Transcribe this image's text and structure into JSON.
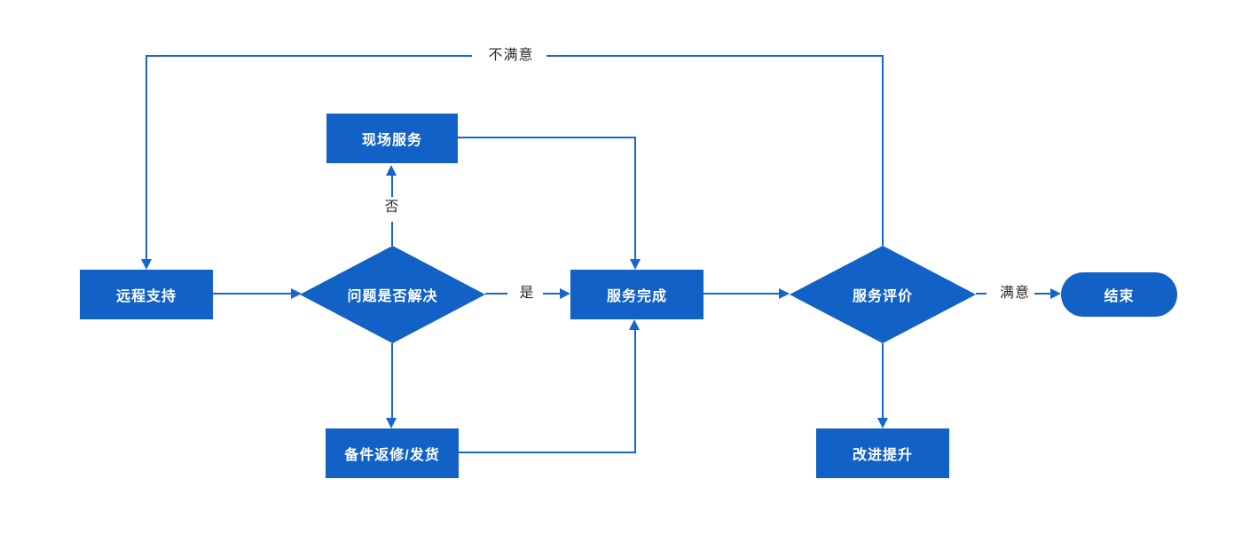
{
  "diagram": {
    "title": "service-flowchart",
    "colors": {
      "node_fill": "#1161C6",
      "line": "#1565D2",
      "node_text": "#ffffff",
      "label_text": "#2b2b2b",
      "bg": "#ffffff"
    },
    "nodes": {
      "remote_support": {
        "label": "远程支持",
        "type": "process"
      },
      "problem_solved": {
        "label": "问题是否解决",
        "type": "decision"
      },
      "onsite_service": {
        "label": "现场服务",
        "type": "process"
      },
      "service_complete": {
        "label": "服务完成",
        "type": "process"
      },
      "parts_repair": {
        "label": "备件返修/发货",
        "type": "process"
      },
      "service_evaluation": {
        "label": "服务评价",
        "type": "decision"
      },
      "improvement": {
        "label": "改进提升",
        "type": "process"
      },
      "end": {
        "label": "结束",
        "type": "terminator"
      }
    },
    "edge_labels": {
      "dissatisfied": "不满意",
      "no": "否",
      "yes": "是",
      "satisfied": "满意"
    },
    "edges": [
      {
        "from": "remote_support",
        "to": "problem_solved",
        "label": ""
      },
      {
        "from": "problem_solved",
        "to": "onsite_service",
        "label": "否"
      },
      {
        "from": "problem_solved",
        "to": "service_complete",
        "label": "是"
      },
      {
        "from": "problem_solved",
        "to": "parts_repair",
        "label": ""
      },
      {
        "from": "onsite_service",
        "to": "service_complete",
        "label": ""
      },
      {
        "from": "parts_repair",
        "to": "service_complete",
        "label": ""
      },
      {
        "from": "service_complete",
        "to": "service_evaluation",
        "label": ""
      },
      {
        "from": "service_evaluation",
        "to": "end",
        "label": "满意"
      },
      {
        "from": "service_evaluation",
        "to": "remote_support",
        "label": "不满意"
      },
      {
        "from": "service_evaluation",
        "to": "improvement",
        "label": ""
      }
    ]
  }
}
